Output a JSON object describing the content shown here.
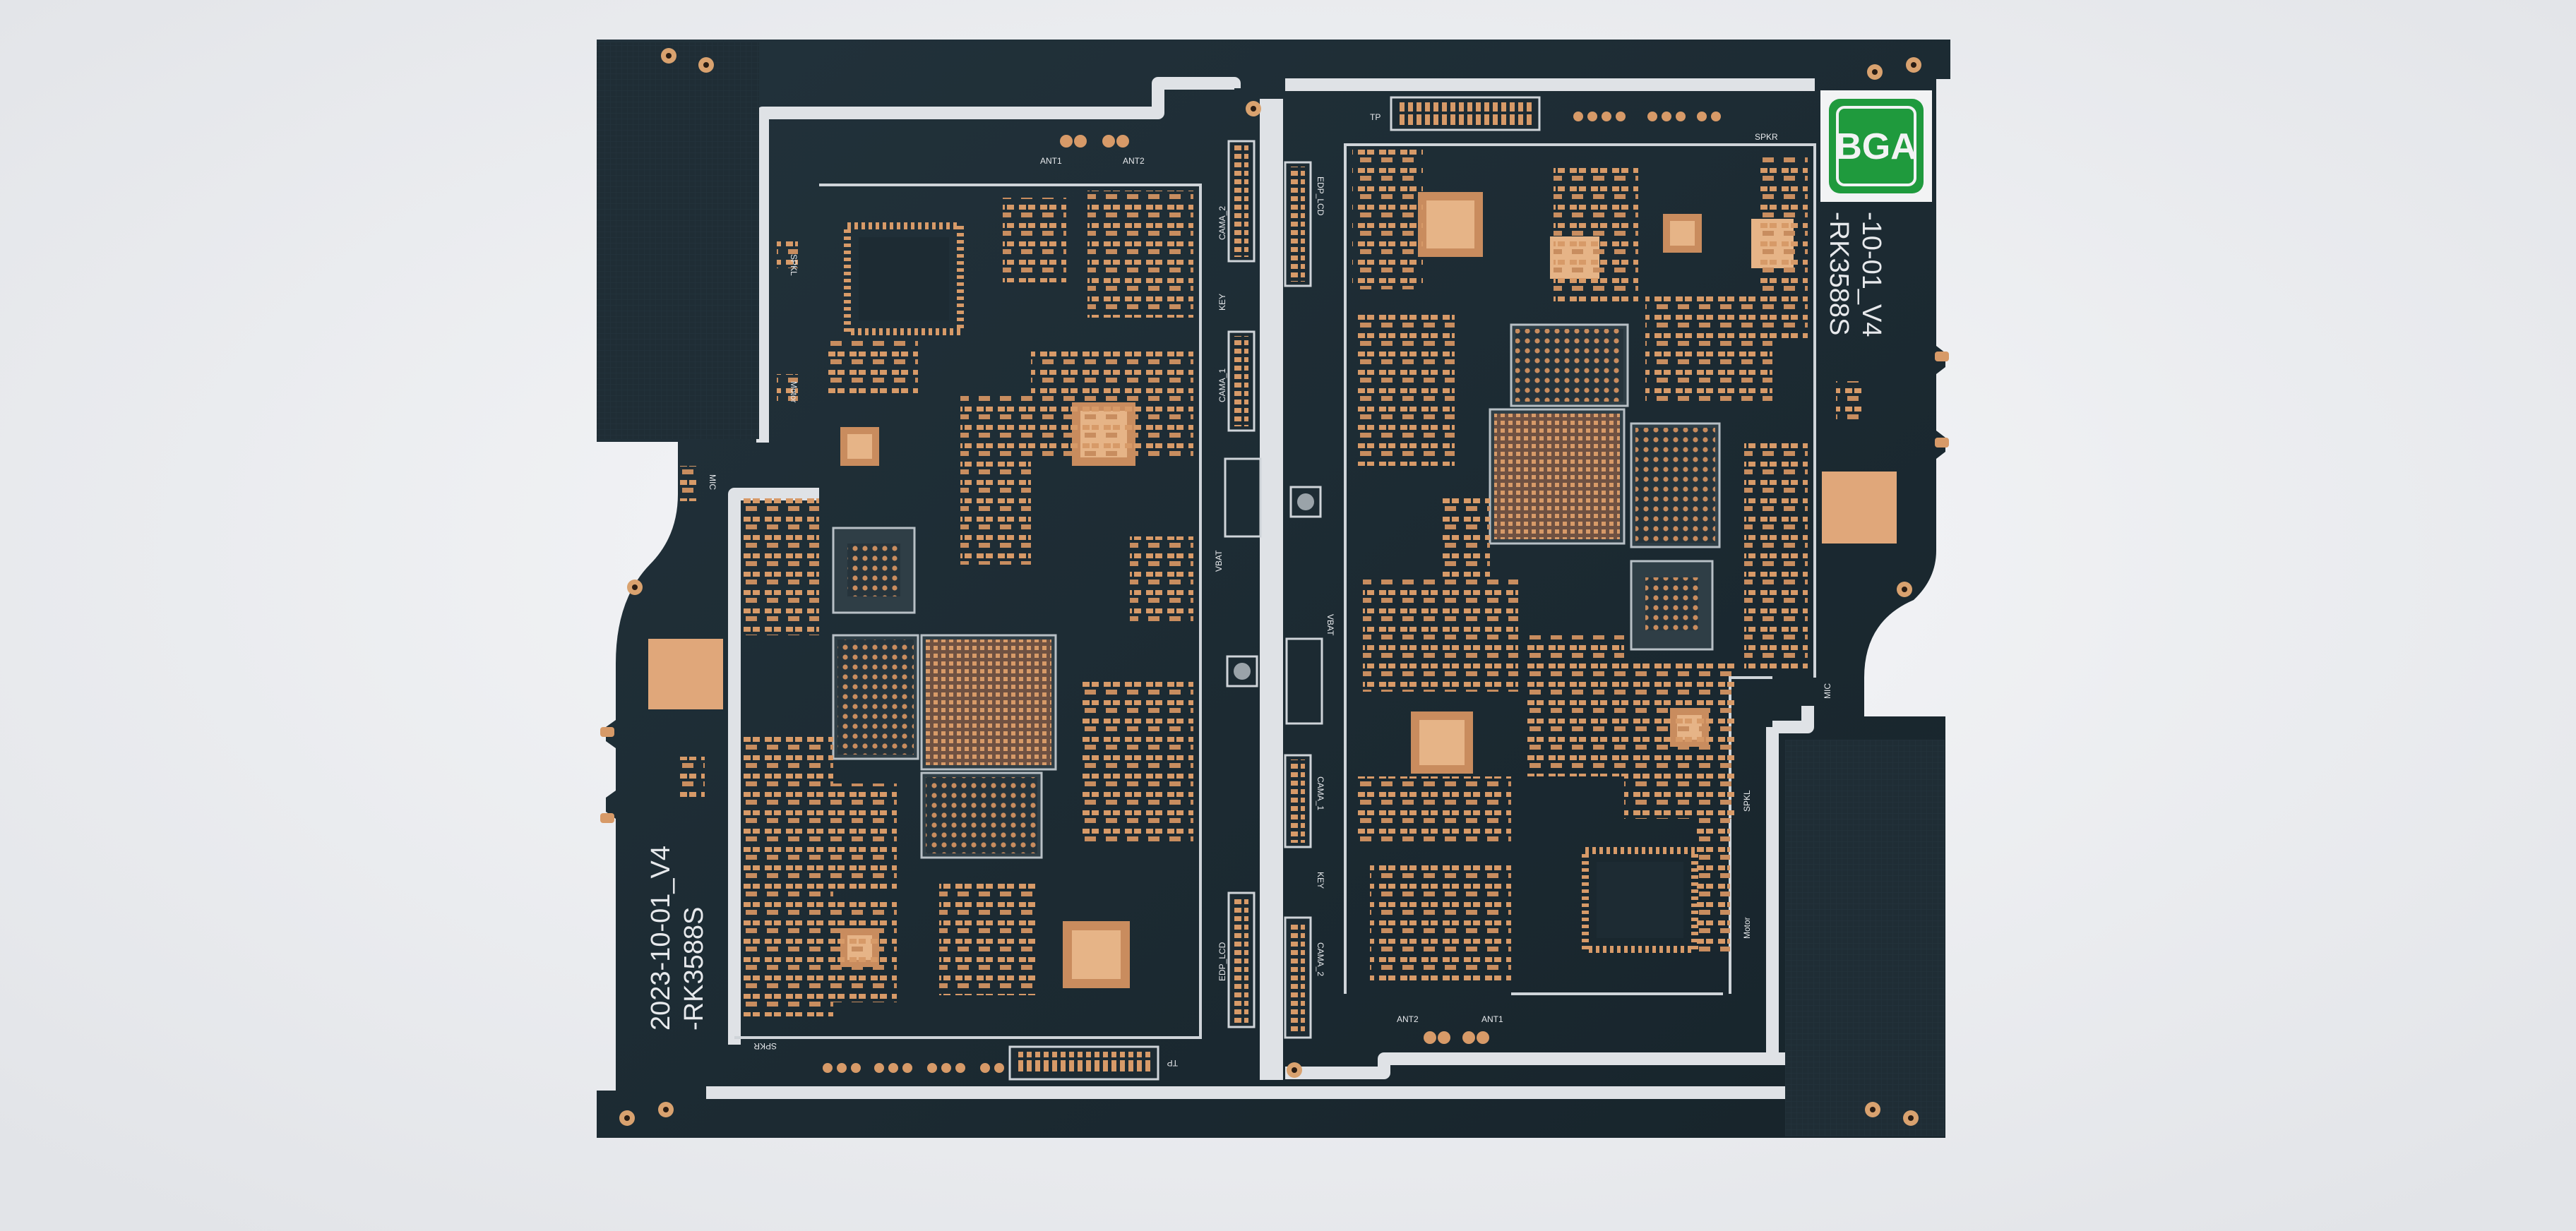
{
  "photo": {
    "background_color": "#eceef1",
    "board_color": "#1d2b33",
    "copper_color": "#d79a68",
    "silkscreen_color": "#e7e9ec",
    "logo_color": "#1f9a3d"
  },
  "board": {
    "logo_text": "BGA",
    "left_panel": {
      "version_text": "2023-10-01_V4",
      "model_text": "-RK3588S",
      "labels": {
        "ant1": "ANT1",
        "ant2": "ANT2",
        "mic": "MIC",
        "spkr": "SPKR",
        "tp": "TP",
        "cama_1": "CAMA_1",
        "cama_2": "CAMA_2",
        "key": "KEY",
        "edp_lcd": "EDP_LCD",
        "vbat": "VBAT",
        "spkl": "SPKL",
        "motor": "Motor"
      }
    },
    "right_panel": {
      "version_text": "-10-01_V4",
      "model_text": "-RK3588S",
      "labels": {
        "tp": "TP",
        "edp_lcd": "EDP_LCD",
        "key": "KEY",
        "cama_1": "CAMA_1",
        "cama_2": "CAMA_2",
        "vbat": "VBAT",
        "ant1": "ANT1",
        "ant2": "ANT2",
        "mic": "MIC",
        "spkr": "SPKR",
        "spkl": "SPKL",
        "motor": "Motor"
      }
    }
  }
}
